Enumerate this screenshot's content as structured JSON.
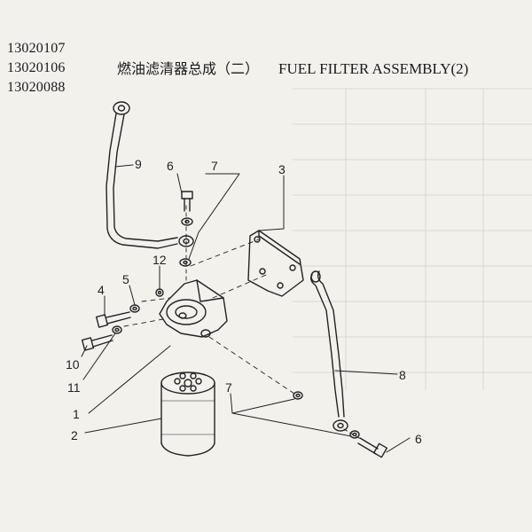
{
  "part_numbers": [
    "13020107",
    "13020106",
    "13020088"
  ],
  "title": {
    "chinese": "燃油滤清器总成（二）",
    "english": "FUEL FILTER ASSEMBLY(2)"
  },
  "callouts": {
    "c1": "1",
    "c2": "2",
    "c3": "3",
    "c4": "4",
    "c5": "5",
    "c6a": "6",
    "c6b": "6",
    "c7a": "7",
    "c7b": "7",
    "c8": "8",
    "c9": "9",
    "c10": "10",
    "c11": "11",
    "c12": "12"
  },
  "colors": {
    "ink": "#222222",
    "paper": "#f2f1ec"
  }
}
